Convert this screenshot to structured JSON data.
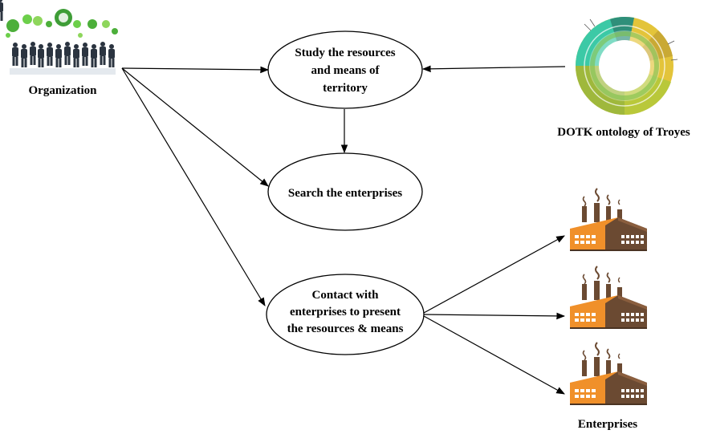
{
  "labels": {
    "organization": "Organization",
    "ontology": "DOTK ontology of Troyes",
    "enterprises": "Enterprises"
  },
  "nodes": {
    "study": [
      "Study the resources",
      "and means of",
      "territory"
    ],
    "search": [
      "Search the enterprises"
    ],
    "contact": [
      "Contact with",
      "enterprises to present",
      "the resources & means"
    ]
  },
  "colors": {
    "arrow": "#000000",
    "factory_body": "#f0902a",
    "factory_dark": "#6b4a32",
    "factory_window": "#ffffff",
    "ontology_teal": "#3cc9a6",
    "ontology_yellow": "#e3c43a",
    "ontology_olive": "#9fb83c",
    "ontology_green": "#7cbf4a",
    "icon_green": "#4caf3a"
  },
  "icons": [
    "people-crowd-icon",
    "eco-bubbles-icon",
    "sunburst-ontology-icon",
    "factory-icon"
  ]
}
